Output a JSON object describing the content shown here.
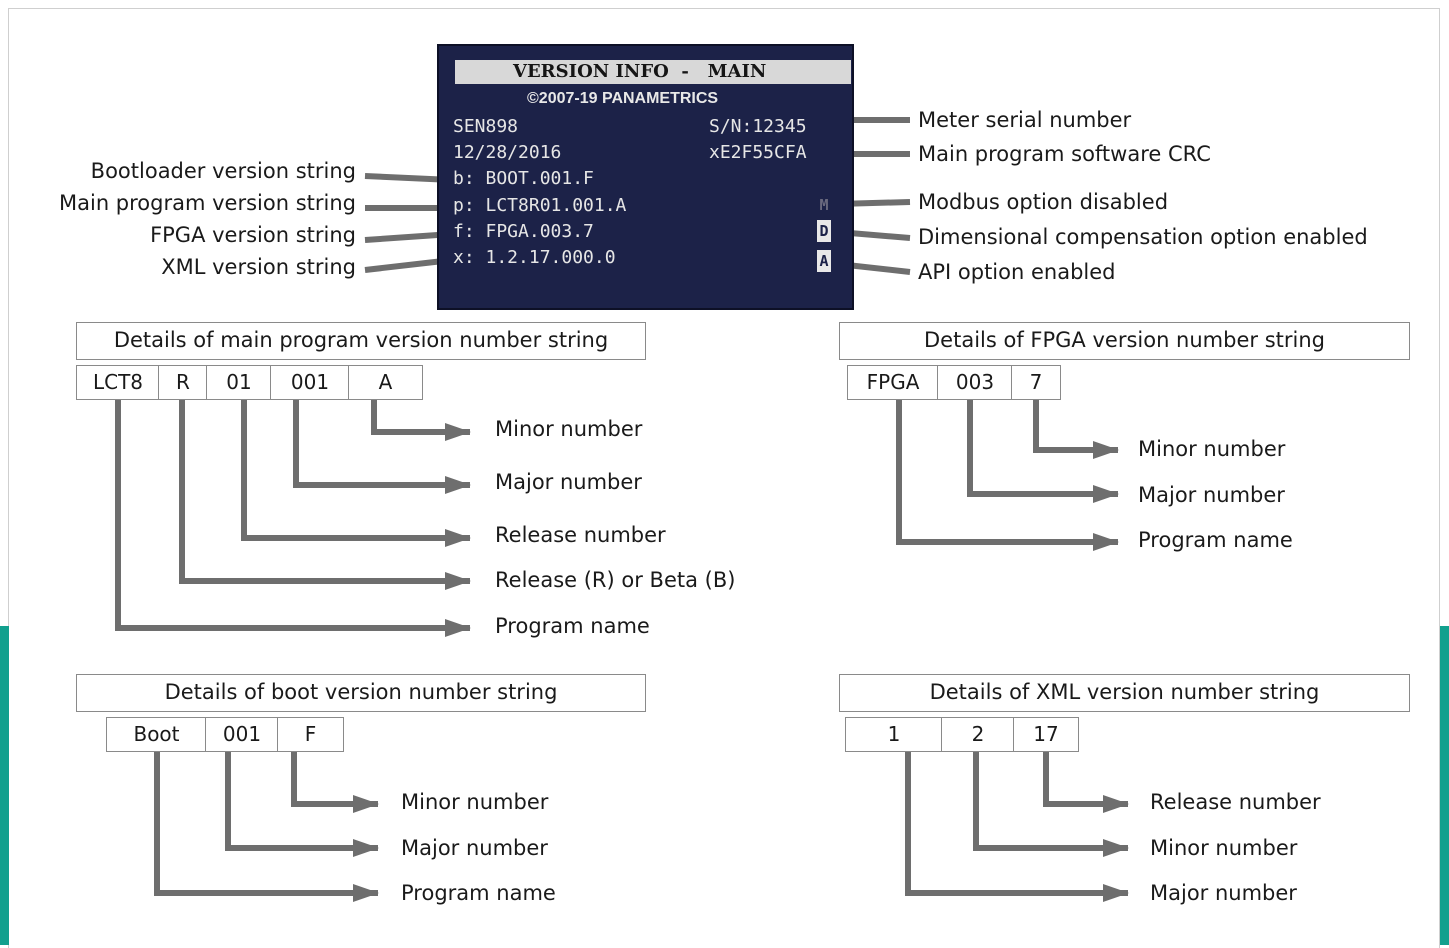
{
  "screen": {
    "title": "VERSION INFO  -   MAIN",
    "copyright": "©2007-19 PANAMETRICS",
    "rows": [
      {
        "left": "SEN898",
        "right": "S/N:12345"
      },
      {
        "left": "12/28/2016",
        "right": "xE2F55CFA"
      },
      {
        "left": "b: BOOT.001.F",
        "right": ""
      },
      {
        "left": "p: LCT8R01.001.A",
        "right": ""
      },
      {
        "left": "f: FPGA.003.7",
        "right": ""
      },
      {
        "left": "x: 1.2.17.000.0",
        "right": ""
      }
    ],
    "options": [
      "M",
      "D",
      "A"
    ]
  },
  "left_callouts": [
    "Bootloader version string",
    "Main program version string",
    "FPGA version string",
    "XML version string"
  ],
  "right_callouts": [
    "Meter serial number",
    "Main program software CRC",
    "Modbus option disabled",
    "Dimensional compensation option enabled",
    "API option enabled"
  ],
  "main_detail": {
    "header": "Details of main program version number string",
    "cells": [
      "LCT8",
      "R",
      "01",
      "001",
      "A"
    ],
    "labels": [
      "Minor number",
      "Major number",
      "Release number",
      "Release (R) or Beta (B)",
      "Program name"
    ]
  },
  "fpga_detail": {
    "header": "Details of FPGA version number string",
    "cells": [
      "FPGA",
      "003",
      "7"
    ],
    "labels": [
      "Minor number",
      "Major number",
      "Program name"
    ]
  },
  "boot_detail": {
    "header": "Details of boot version number string",
    "cells": [
      "Boot",
      "001",
      "F"
    ],
    "labels": [
      "Minor number",
      "Major number",
      "Program name"
    ]
  },
  "xml_detail": {
    "header": "Details of XML version number string",
    "cells": [
      "1",
      "2",
      "17"
    ],
    "labels": [
      "Release number",
      "Minor number",
      "Major number"
    ]
  }
}
